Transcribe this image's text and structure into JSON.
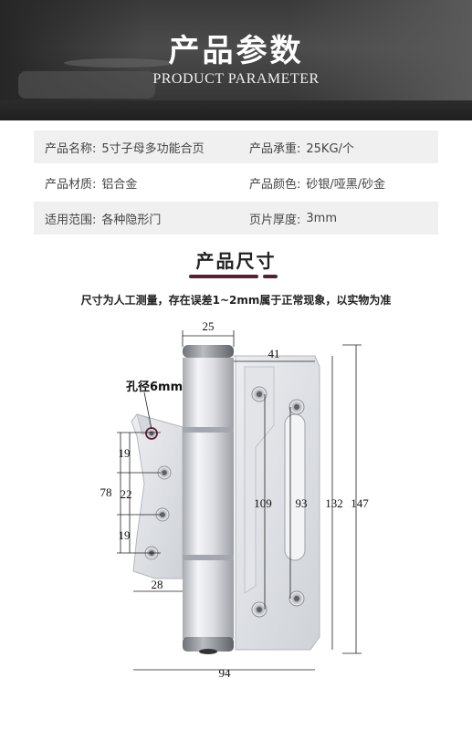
{
  "banner": {
    "title": "产品参数",
    "subtitle": "PRODUCT PARAMETER"
  },
  "params": [
    {
      "label": "产品名称:",
      "value": "5寸子母多功能合页"
    },
    {
      "label": "产品承重:",
      "value": "25KG/个"
    },
    {
      "label": "产品材质:",
      "value": "铝合金"
    },
    {
      "label": "产品颜色:",
      "value": "砂银/哑黑/砂金"
    },
    {
      "label": "适用范围:",
      "value": "各种隐形门"
    },
    {
      "label": "页片厚度:",
      "value": "3mm"
    }
  ],
  "size_section": {
    "title": "产品尺寸",
    "note": "尺寸为人工测量，存在误差1~2mm属于正常现象，以实物为准"
  },
  "drawing": {
    "hole_label": "孔径6mm",
    "dims": {
      "knuckle_width": "25",
      "right_leaf_width": "41",
      "hole_spacing_1": "19",
      "hole_spacing_2": "22",
      "hole_spacing_3": "19",
      "left_holes_span": "78",
      "left_leaf_width": "28",
      "slot_length_1": "109",
      "slot_length_2": "93",
      "leaf_height": "132",
      "total_height": "147",
      "total_width": "94"
    },
    "colors": {
      "metal_light": "#e6e8ec",
      "metal_mid": "#c9ccd2",
      "metal_dark": "#8e9197",
      "accent": "#5a1d33"
    }
  }
}
